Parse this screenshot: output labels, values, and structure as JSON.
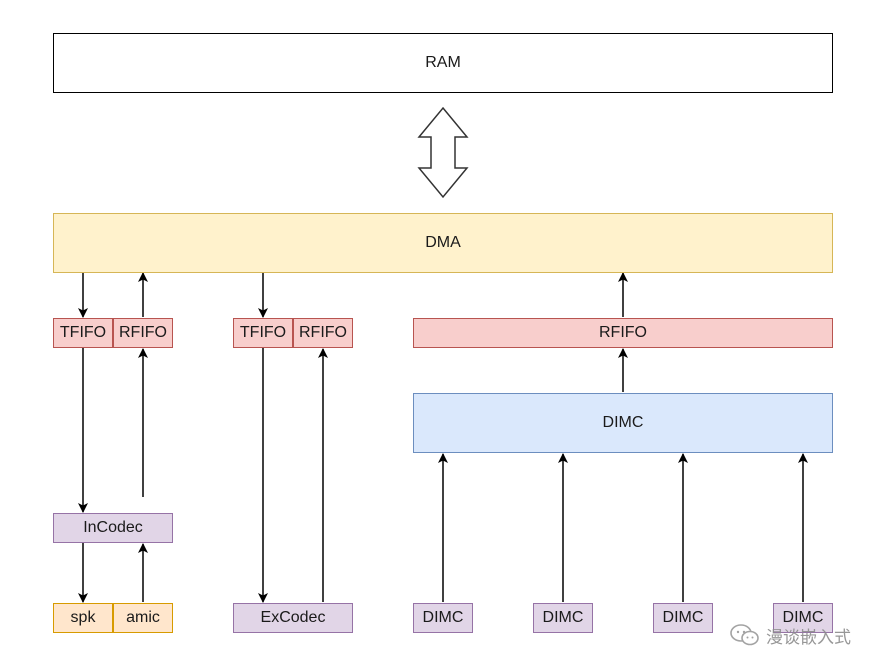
{
  "diagram": {
    "ram_label": "RAM",
    "dma_label": "DMA",
    "group1": {
      "tfifo_label": "TFIFO",
      "rfifo_label": "RFIFO",
      "codec_label": "InCodec",
      "spk_label": "spk",
      "amic_label": "amic"
    },
    "group2": {
      "tfifo_label": "TFIFO",
      "rfifo_label": "RFIFO",
      "codec_label": "ExCodec"
    },
    "group3": {
      "rfifo_label": "RFIFO",
      "dimc_label": "DIMC",
      "dimc_inputs": [
        "DIMC",
        "DIMC",
        "DIMC",
        "DIMC"
      ]
    },
    "colors": {
      "ram_fill": "#ffffff",
      "dma_fill": "#fff2cc",
      "fifo_fill": "#f8cecc",
      "dimc_fill": "#dae8fc",
      "codec_fill": "#e1d5e7",
      "io_fill": "#ffe6cc"
    }
  },
  "watermark": {
    "icon": "wechat-icon",
    "text": "漫谈嵌入式"
  }
}
